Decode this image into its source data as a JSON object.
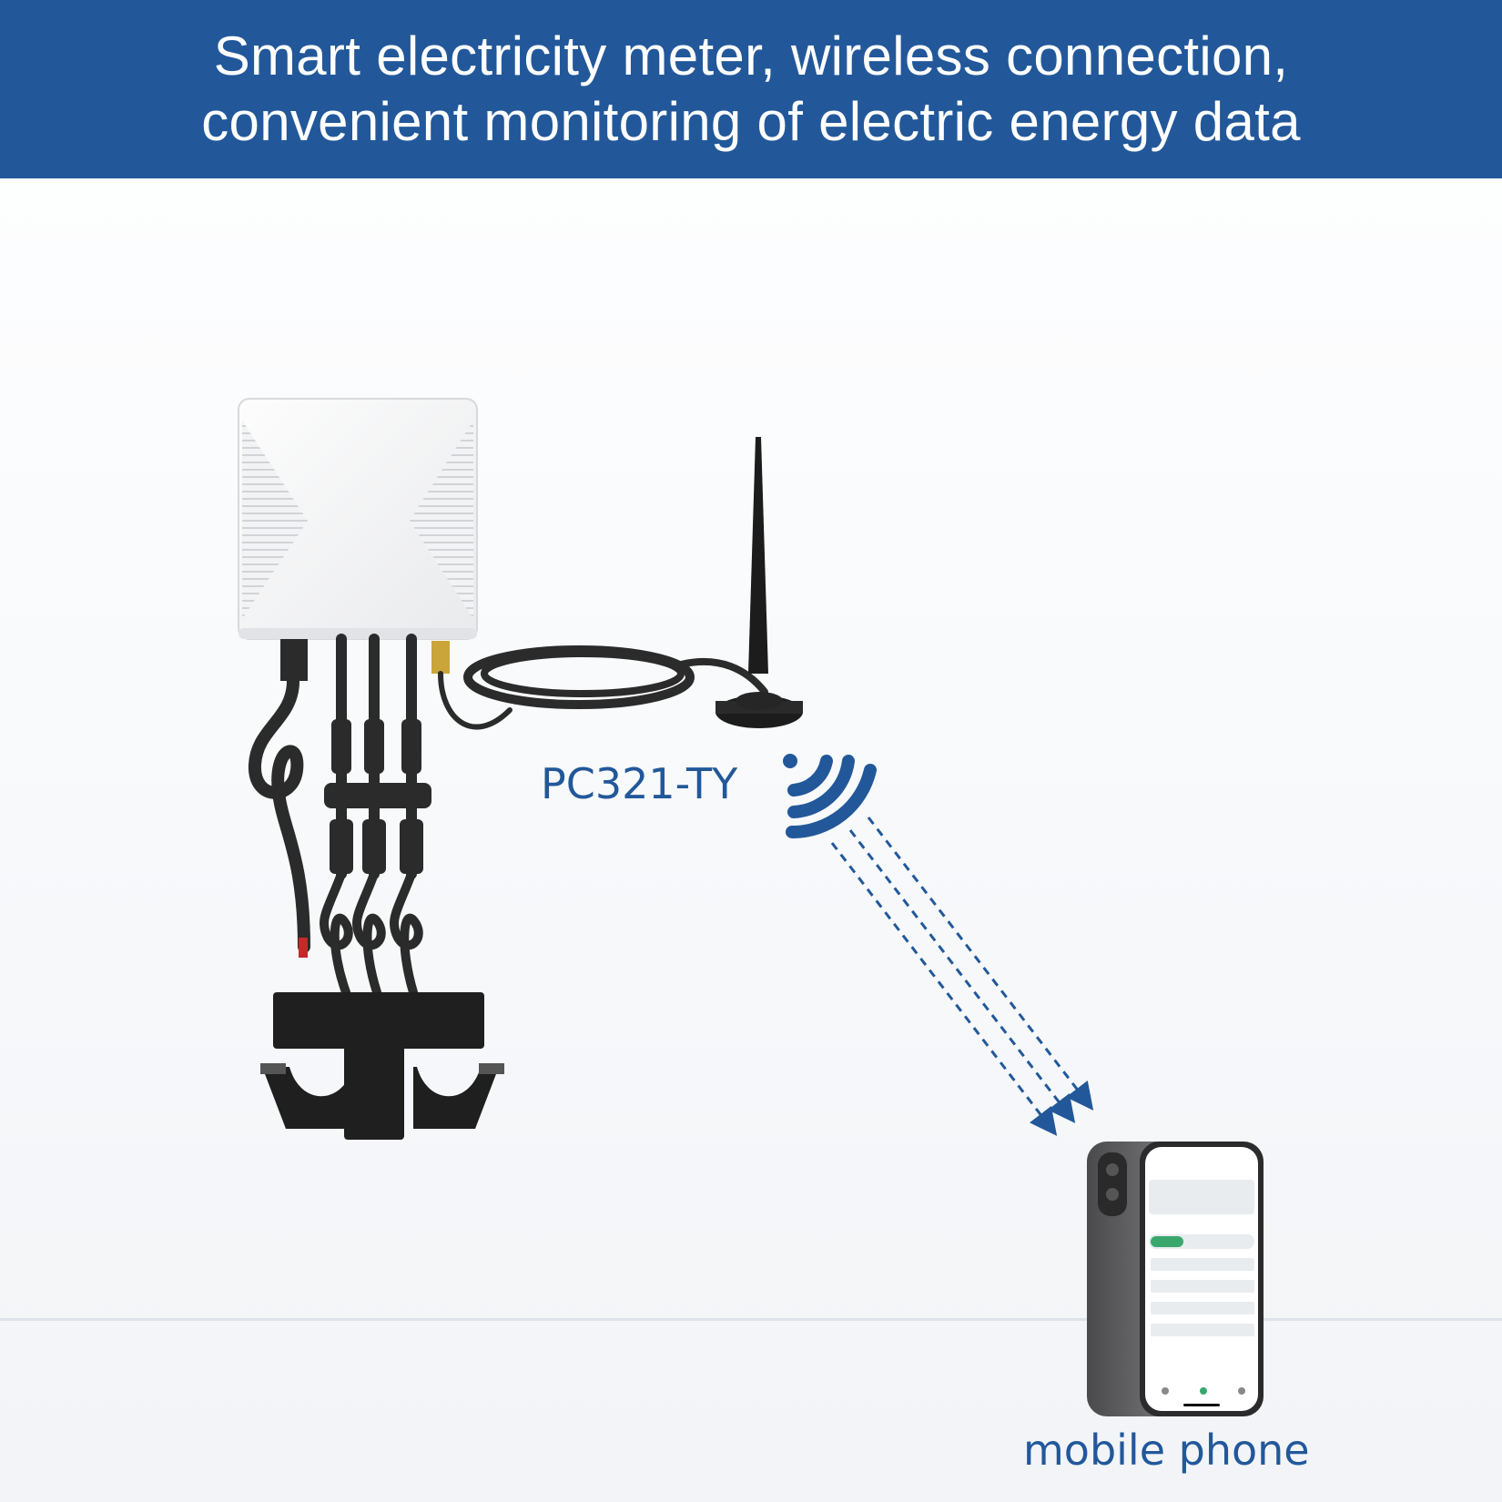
{
  "header": {
    "line1": "Smart electricity meter, wireless connection,",
    "line2": "convenient monitoring of electric energy data",
    "background_color": "#22589a"
  },
  "device": {
    "model_label": "PC321-TY"
  },
  "phone": {
    "label": "mobile phone"
  },
  "icons": [
    "wireless-signal-icon",
    "signal-arrows-icon"
  ],
  "colors": {
    "accent": "#22589a",
    "label_text": "#22589a"
  }
}
